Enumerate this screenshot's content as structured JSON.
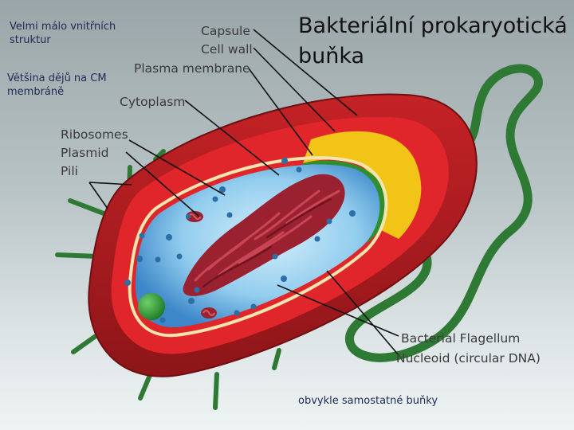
{
  "title": "Bakteriální prokaryotická buňka",
  "notes": {
    "structures": "Velmi málo vnitřních struktur",
    "membrane": "Většina dějů na CM membráně",
    "bottom": "obvykle samostatné buňky"
  },
  "labels": {
    "capsule": "Capsule",
    "cell_wall": "Cell wall",
    "plasma_membrane": "Plasma membrane",
    "cytoplasm": "Cytoplasm",
    "ribosomes": "Ribosomes",
    "plasmid": "Plasmid",
    "pili": "Pili",
    "flagellum": "Bacterial Flagellum",
    "nucleoid": "Nucleoid (circular DNA)"
  },
  "colors": {
    "capsule": "#b01c1e",
    "cell_wall": "#e0262b",
    "membrane_yellow": "#f2c418",
    "membrane_green": "#2f8f2f",
    "cytoplasm": "#8fd0f0",
    "nucleoid": "#9a2230",
    "flagellum": "#2e7a35"
  }
}
